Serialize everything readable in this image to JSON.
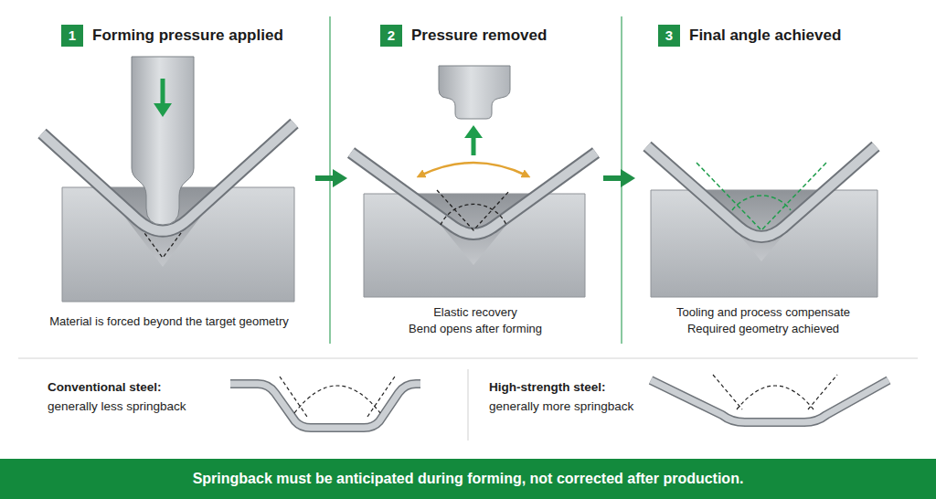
{
  "diagram": {
    "nodes": [
      {
        "text": [
          "Material is forced beyond the target geometry"
        ]
      },
      {
        "text": [
          "1",
          "Forming pressure applied"
        ],
        "in": 0
      },
      {
        "text": [
          "Elastic recovery",
          "Bend opens after forming"
        ]
      },
      {
        "text": [
          "2",
          "Pressure removed"
        ],
        "in": 2
      },
      {
        "text": [
          "Tooling and process compensate",
          "Required geometry achieved"
        ]
      },
      {
        "text": [
          "3",
          "Final angle achieved"
        ],
        "in": 4
      },
      {
        "text": [
          "Springback must be anticipated during forming, not corrected after production."
        ]
      }
    ],
    "edges": [
      {
        "from": 0,
        "to": 2,
        "arrow": "to"
      },
      {
        "from": 2,
        "to": 4,
        "arrow": "to"
      }
    ],
    "labels": [
      "Conventional steel:",
      "generally less springback",
      "High-strength steel:",
      "generally more springback"
    ]
  }
}
